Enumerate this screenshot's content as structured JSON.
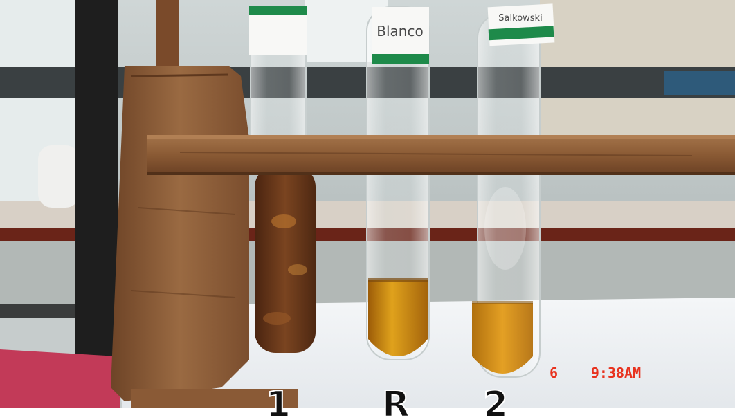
{
  "photo": {
    "tube_labels": {
      "left": "",
      "middle": "Blanco",
      "right": "Salkowski"
    },
    "numbers": {
      "left": "1",
      "middle": "R",
      "right": "2"
    },
    "timestamp": {
      "day": "6",
      "time": "9:38AM"
    },
    "colors": {
      "rack_wood": "#8a5a36",
      "liquid_amber": "#c98a12",
      "liquid_dark": "#6a3a1a",
      "stamp_red": "#e8321e",
      "tape_green": "#1e8a4a"
    }
  }
}
